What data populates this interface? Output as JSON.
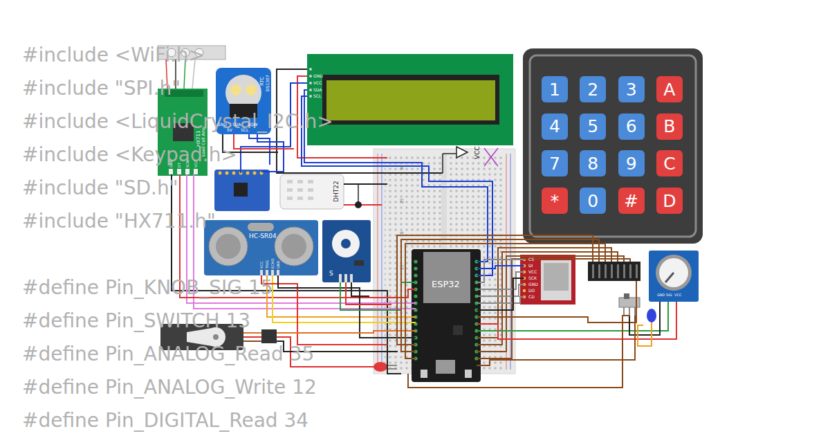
{
  "diagram": {
    "nodes": [
      {
        "text": [
          "1"
        ]
      },
      {
        "text": [
          "2"
        ]
      },
      {
        "text": [
          "3"
        ]
      },
      {
        "text": [
          "A"
        ]
      },
      {
        "text": [
          "4"
        ]
      },
      {
        "text": [
          "5"
        ]
      },
      {
        "text": [
          "6"
        ]
      },
      {
        "text": [
          "B"
        ]
      },
      {
        "text": [
          "7"
        ]
      },
      {
        "text": [
          "8"
        ]
      },
      {
        "text": [
          "9"
        ]
      },
      {
        "text": [
          "C"
        ]
      },
      {
        "text": [
          "*"
        ]
      },
      {
        "text": [
          "0"
        ]
      },
      {
        "text": [
          "#"
        ]
      },
      {
        "text": [
          "D"
        ]
      }
    ],
    "labels": [
      "#include <WiFi.h>",
      "#include \"SPI.h\"",
      "#include <LiquidCrystal_I2C.h>",
      "#include <Keypad.h>",
      "#include \"SD.h\"",
      "#include \"HX711.h\"",
      "#define Pin_KNOB_SIG 15",
      "#define Pin_SWITCH 13",
      "#define Pin_ANALOG_Read 35",
      "#define Pin_ANALOG_Write 12",
      "#define Pin_DIGITAL_Read 34",
      "HX711",
      "Load Cell Amp",
      "GND",
      "DT",
      "SCK",
      "VCC",
      "RTC",
      "DS1307",
      "GND",
      "SDA",
      "5V",
      "SCL",
      "SQW",
      "GND",
      "VCC",
      "SDA",
      "SCL",
      "VCC",
      "DHT22",
      "HC-SR04",
      "VCC",
      "TRIG",
      "ECHO",
      "GND",
      "S",
      "ESP32",
      "CS",
      "DI",
      "VCC",
      "SCK",
      "GND",
      "DO",
      "CD",
      "GND",
      "SIG",
      "VCC",
      "30",
      "25",
      "20",
      "15"
    ]
  }
}
